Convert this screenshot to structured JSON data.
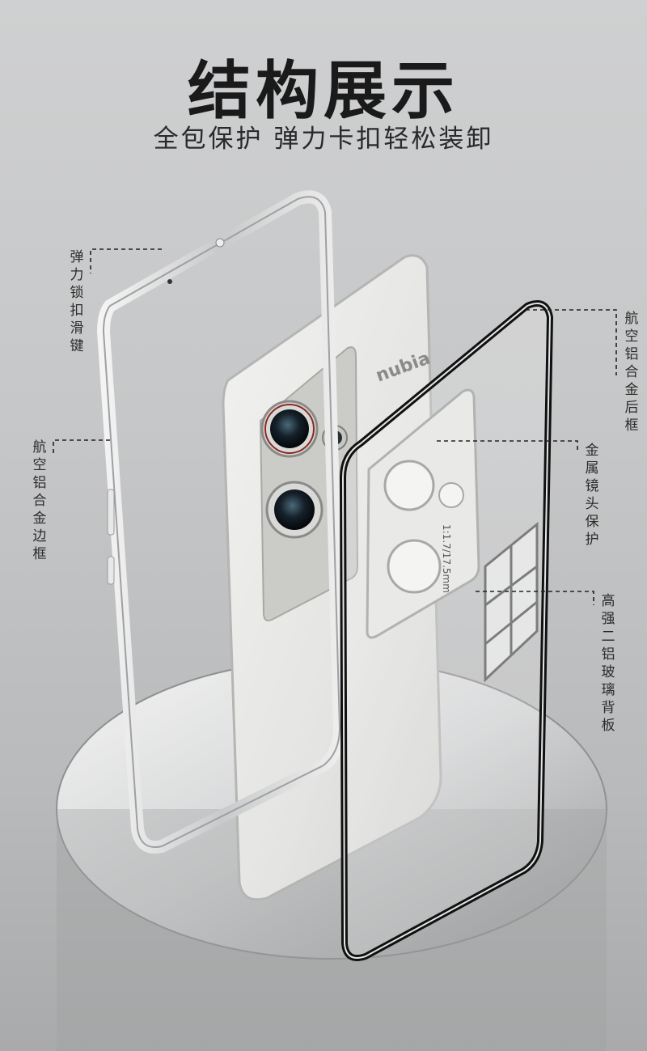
{
  "header": {
    "title": "结构展示",
    "subtitle": "全包保护 弹力卡扣轻松装卸"
  },
  "callouts": {
    "slider_key": "弹力锁扣滑键",
    "aluminum_side_frame": "航空铝合金边框",
    "aluminum_back_frame": "航空铝合金后框",
    "metal_lens_protect": "金属镜头保护",
    "glass_back_panel": "高强二铝玻璃背板"
  },
  "phone": {
    "brand_text": "nubia",
    "lens_text": "1:1.7/17.5mm"
  },
  "colors": {
    "background": "#c6c7c8",
    "title": "#1a1a1a",
    "phone_body": "#e8e8e6",
    "frame_silver": "#d9dadb"
  }
}
